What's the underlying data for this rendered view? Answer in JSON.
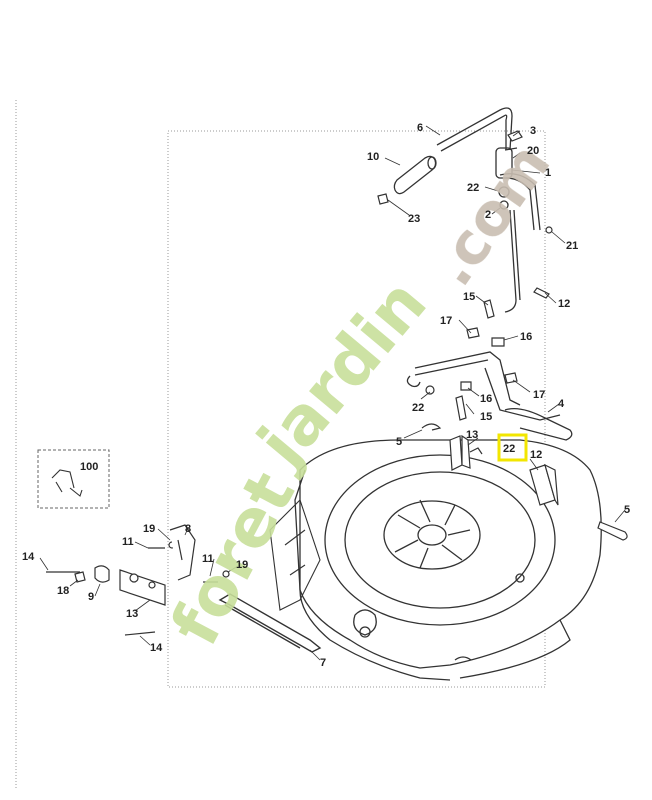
{
  "watermark": {
    "text_a": "foret",
    "text_b": "jardin",
    "text_c": ".com",
    "color_green": "#c8df9a",
    "color_brown": "#c9beb1"
  },
  "highlight": {
    "part": "22",
    "color": "#f2e600"
  },
  "callouts": [
    {
      "id": "c6",
      "text": "6"
    },
    {
      "id": "c3",
      "text": "3"
    },
    {
      "id": "c20",
      "text": "20"
    },
    {
      "id": "c1",
      "text": "1"
    },
    {
      "id": "c10",
      "text": "10"
    },
    {
      "id": "c22a",
      "text": "22"
    },
    {
      "id": "c2",
      "text": "2"
    },
    {
      "id": "c23",
      "text": "23"
    },
    {
      "id": "c21",
      "text": "21"
    },
    {
      "id": "c15a",
      "text": "15"
    },
    {
      "id": "c12a",
      "text": "12"
    },
    {
      "id": "c17a",
      "text": "17"
    },
    {
      "id": "c16a",
      "text": "16"
    },
    {
      "id": "c22b",
      "text": "22"
    },
    {
      "id": "c16b",
      "text": "16"
    },
    {
      "id": "c17b",
      "text": "17"
    },
    {
      "id": "c15b",
      "text": "15"
    },
    {
      "id": "c4",
      "text": "4"
    },
    {
      "id": "c5a",
      "text": "5"
    },
    {
      "id": "c13a",
      "text": "13"
    },
    {
      "id": "c22c",
      "text": "22"
    },
    {
      "id": "c12b",
      "text": "12"
    },
    {
      "id": "c100",
      "text": "100"
    },
    {
      "id": "c5b",
      "text": "5"
    },
    {
      "id": "c19a",
      "text": "19"
    },
    {
      "id": "c8",
      "text": "8"
    },
    {
      "id": "c11a",
      "text": "11"
    },
    {
      "id": "c11b",
      "text": "11"
    },
    {
      "id": "c14a",
      "text": "14"
    },
    {
      "id": "c19b",
      "text": "19"
    },
    {
      "id": "c18",
      "text": "18"
    },
    {
      "id": "c9",
      "text": "9"
    },
    {
      "id": "c13b",
      "text": "13"
    },
    {
      "id": "c14b",
      "text": "14"
    },
    {
      "id": "c7",
      "text": "7"
    }
  ]
}
